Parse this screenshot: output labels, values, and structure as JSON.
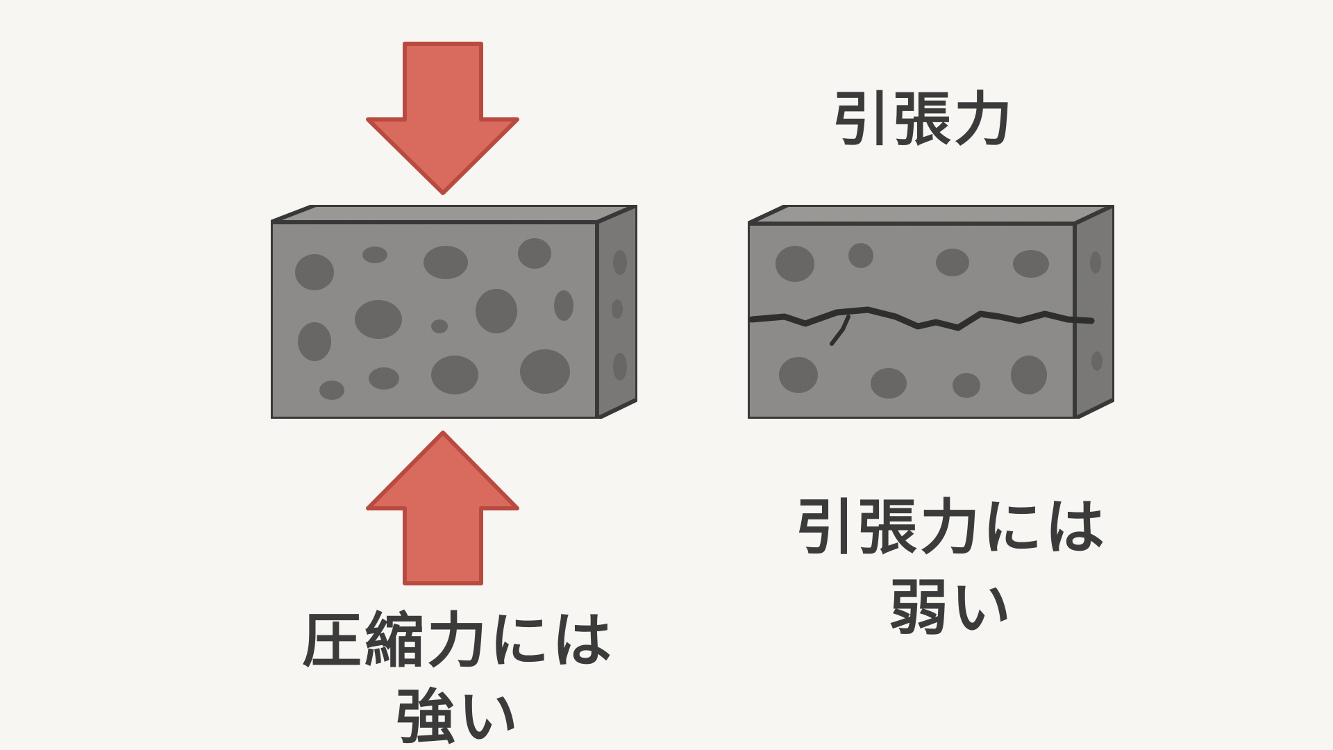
{
  "tension_panel": {
    "title": "引張力",
    "caption_line1": "引張力には",
    "caption_line2": "弱い"
  },
  "compression_panel": {
    "caption_line1": "圧縮力には",
    "caption_line2": "強い"
  },
  "colors": {
    "background": "#f8f6f2",
    "arrow_fill": "#d96a5e",
    "arrow_stroke": "#b84a40",
    "concrete_front": "#8f8e8c",
    "concrete_side": "#7c7b79",
    "concrete_top": "#9c9b98",
    "aggregate": "#6a6967",
    "outline": "#3a3a3a",
    "text": "#3b3b3b"
  }
}
